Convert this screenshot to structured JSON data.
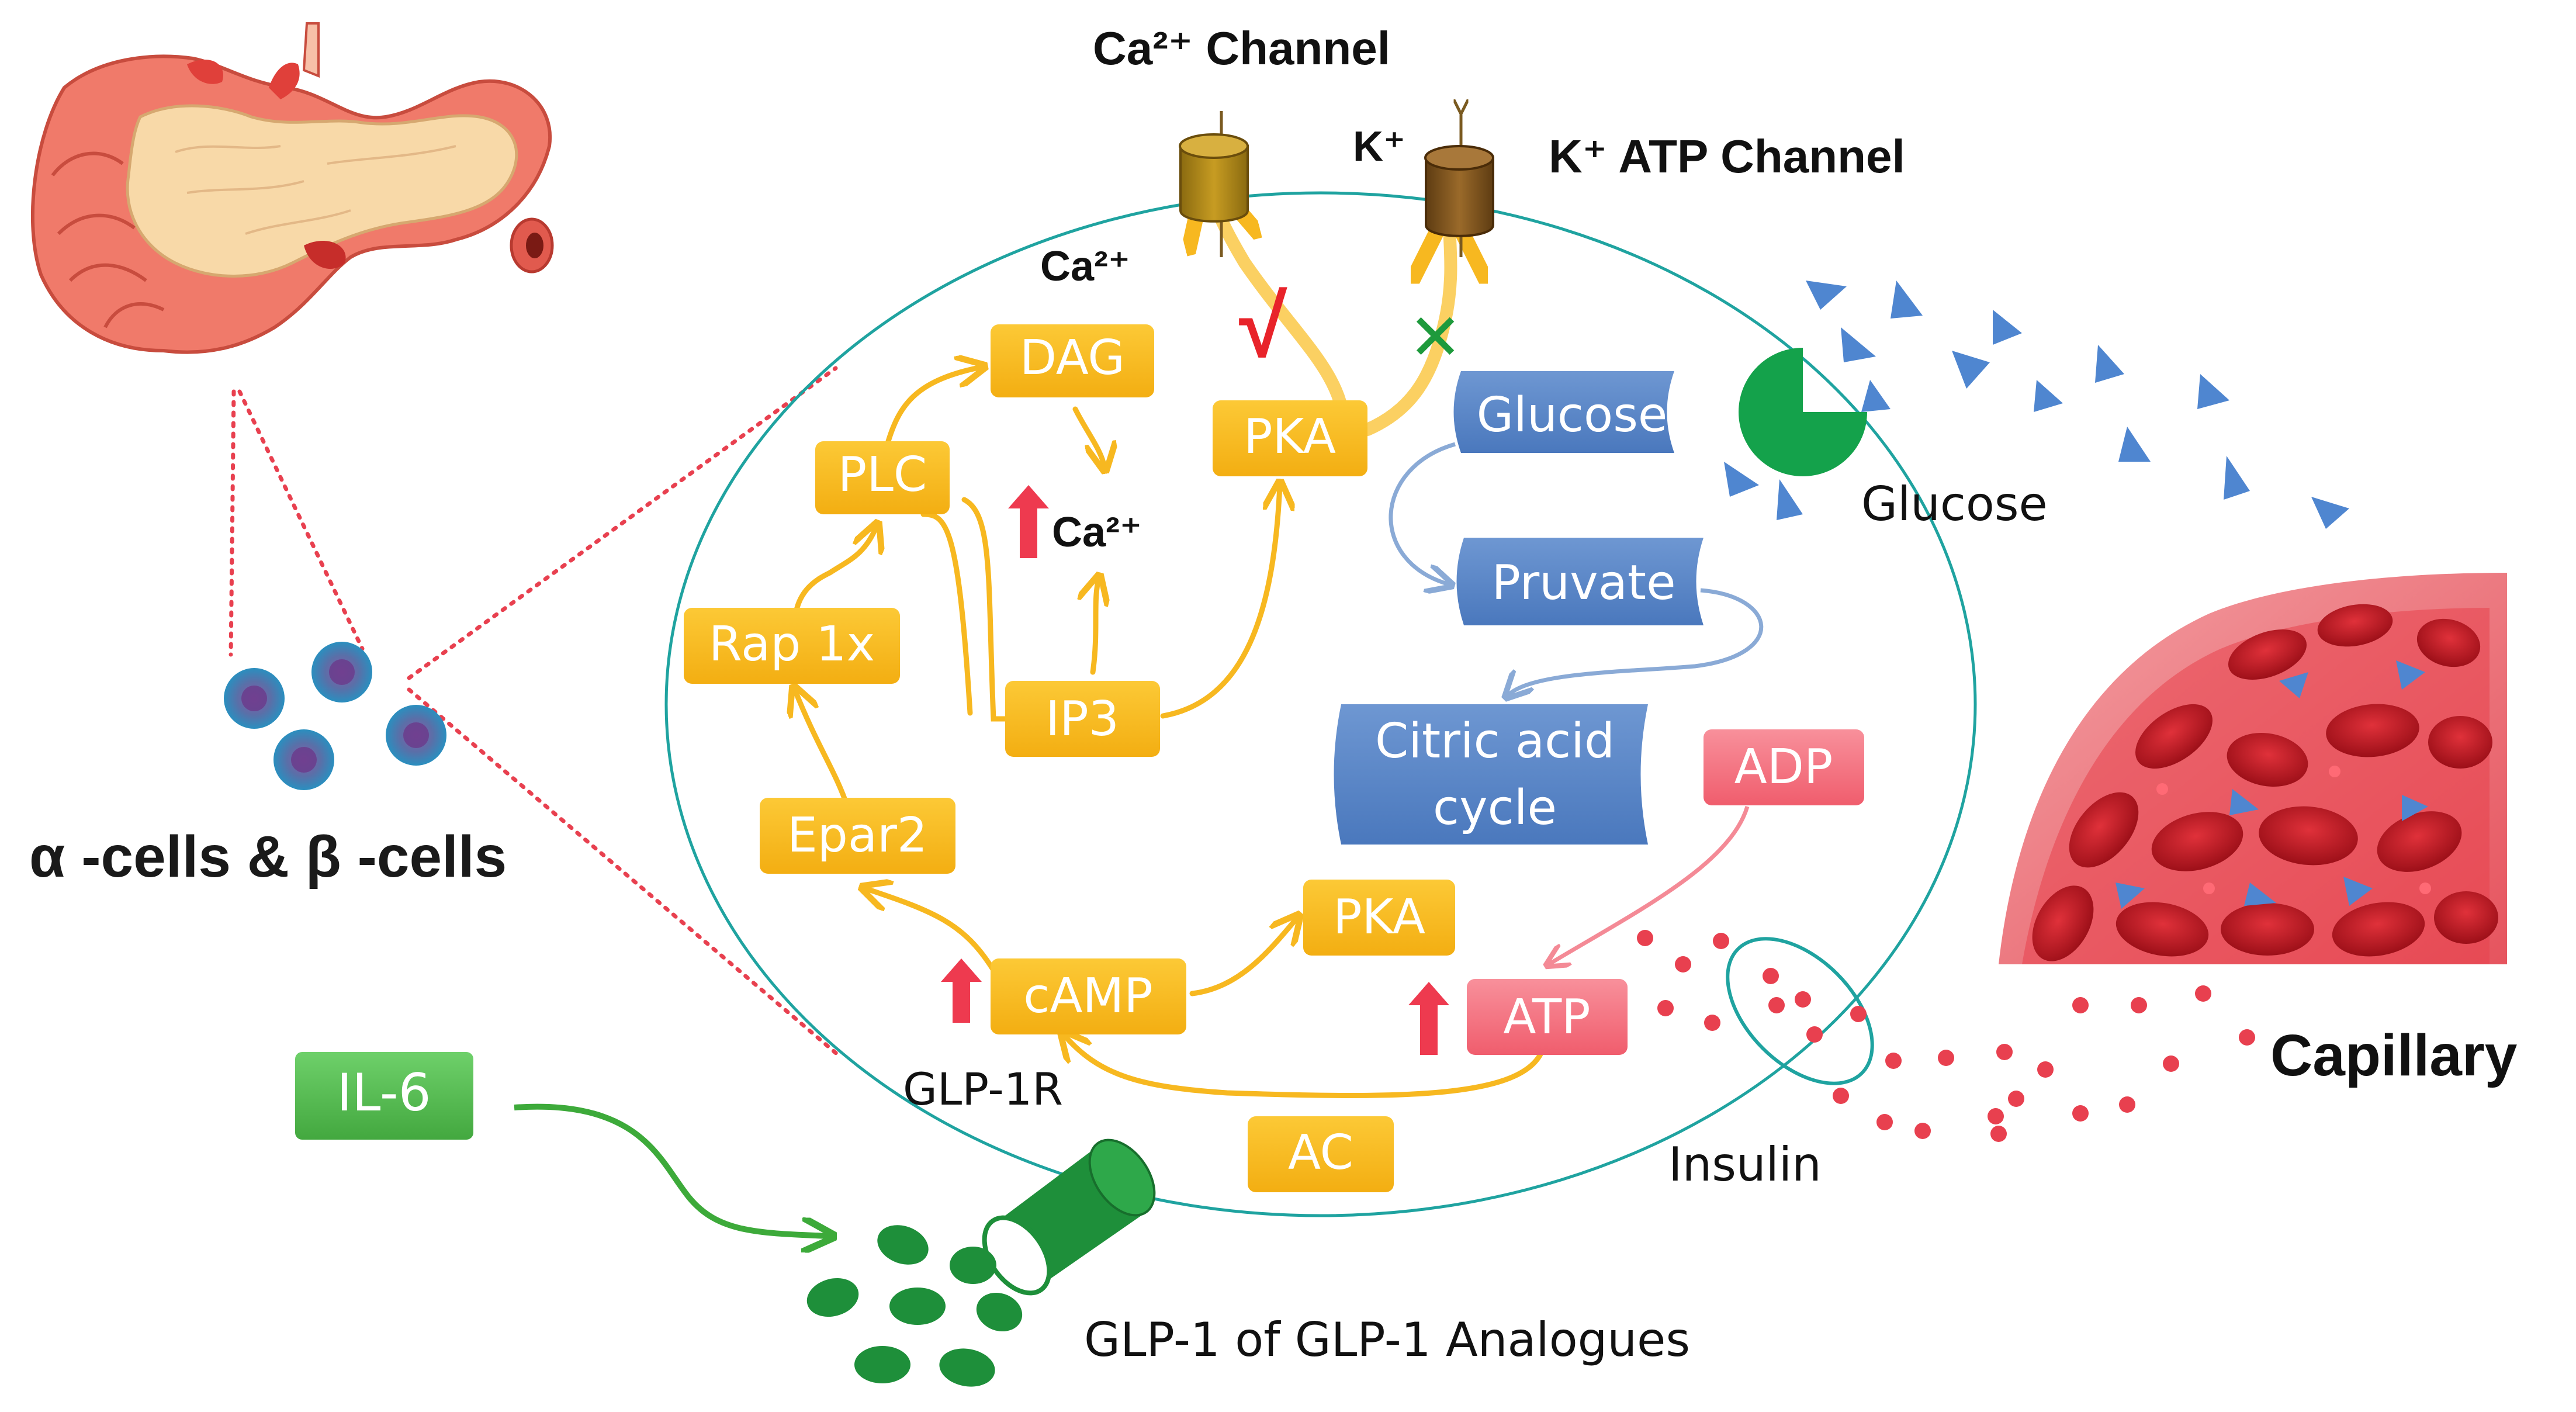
{
  "colors": {
    "cell_border": "#1fa3a0",
    "pathway": "#f7b820",
    "pathway_dark": "#e39b00",
    "glucose_box": "#5b87c7",
    "atp_box": "#f4707e",
    "up_arrow": "#ee3a4f",
    "il6_box": "#4fb84a",
    "glp1_drug": "#1e8f3a",
    "check_mark": "#e8232a",
    "cross_mark": "#1e9a3c",
    "channel": "#b38a16",
    "dotted_line": "#e8404f",
    "rbc": "#c91d27",
    "glucose_triangle": "#4f86d0"
  },
  "labels": {
    "ca_channel": "Ca²⁺ Channel",
    "k_atp_channel": "K⁺ ATP Channel",
    "k_ion": "K⁺",
    "ca_ion_inside": "Ca²⁺",
    "ca_up": "Ca²⁺",
    "cells": "α -cells & β -cells",
    "glucose_outside": "Glucose",
    "capillary": "Capillary",
    "insulin": "Insulin",
    "glp1r": "GLP-1R",
    "glp1_analogues": "GLP-1 of GLP-1 Analogues",
    "check": "√",
    "cross": "✕"
  },
  "nodes": {
    "dag": "DAG",
    "plc": "PLC",
    "rap1x": "Rap 1x",
    "ip3": "IP3",
    "epar2": "Epar2",
    "camp": "cAMP",
    "pka_top": "PKA",
    "pka_bottom": "PKA",
    "ac": "AC",
    "glucose": "Glucose",
    "pruvate": "Pruvate",
    "citric_line1": "Citric acid",
    "citric_line2": "cycle",
    "adp": "ADP",
    "atp": "ATP",
    "il6": "IL-6"
  },
  "icons": {
    "pancreas": "pancreas-organ-icon",
    "islet_cells": "islet-cell-icon",
    "glucose_transporter": "glucose-transporter-icon",
    "capillary": "capillary-vessel-icon",
    "glp1_receptor": "glp1-receptor-cylinder-icon",
    "ion_channel": "ion-channel-cylinder-icon"
  }
}
